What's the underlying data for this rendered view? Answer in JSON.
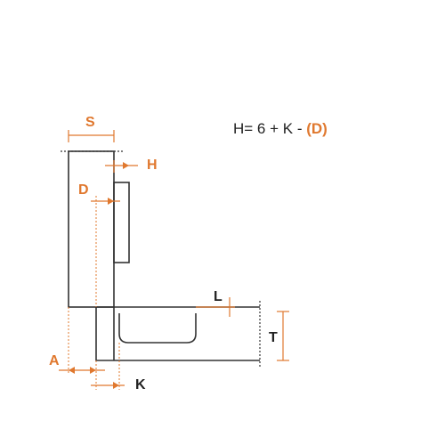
{
  "formula": {
    "prefix": "H=  6 + K - ",
    "accent": "(D)"
  },
  "labels": {
    "S": "S",
    "H": "H",
    "D": "D",
    "L": "L",
    "T": "T",
    "A": "A",
    "K": "K"
  },
  "colors": {
    "accent": "#e0782e",
    "line": "#333333",
    "background": "#ffffff"
  }
}
